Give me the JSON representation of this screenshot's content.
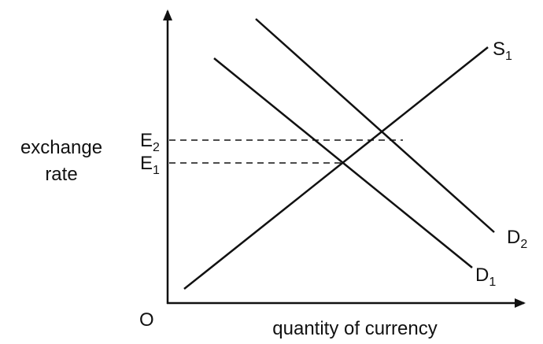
{
  "diagram": {
    "y_axis_label_line1": "exchange",
    "y_axis_label_line2": "rate",
    "x_axis_label": "quantity of currency",
    "origin_label": "O",
    "curves": {
      "supply": {
        "letter": "S",
        "subscript": "1"
      },
      "demand1": {
        "letter": "D",
        "subscript": "1"
      },
      "demand2": {
        "letter": "D",
        "subscript": "2"
      }
    },
    "levels": {
      "e1": {
        "letter": "E",
        "subscript": "1"
      },
      "e2": {
        "letter": "E",
        "subscript": "2"
      }
    },
    "colors": {
      "ink": "#111111",
      "background": "#ffffff"
    }
  }
}
